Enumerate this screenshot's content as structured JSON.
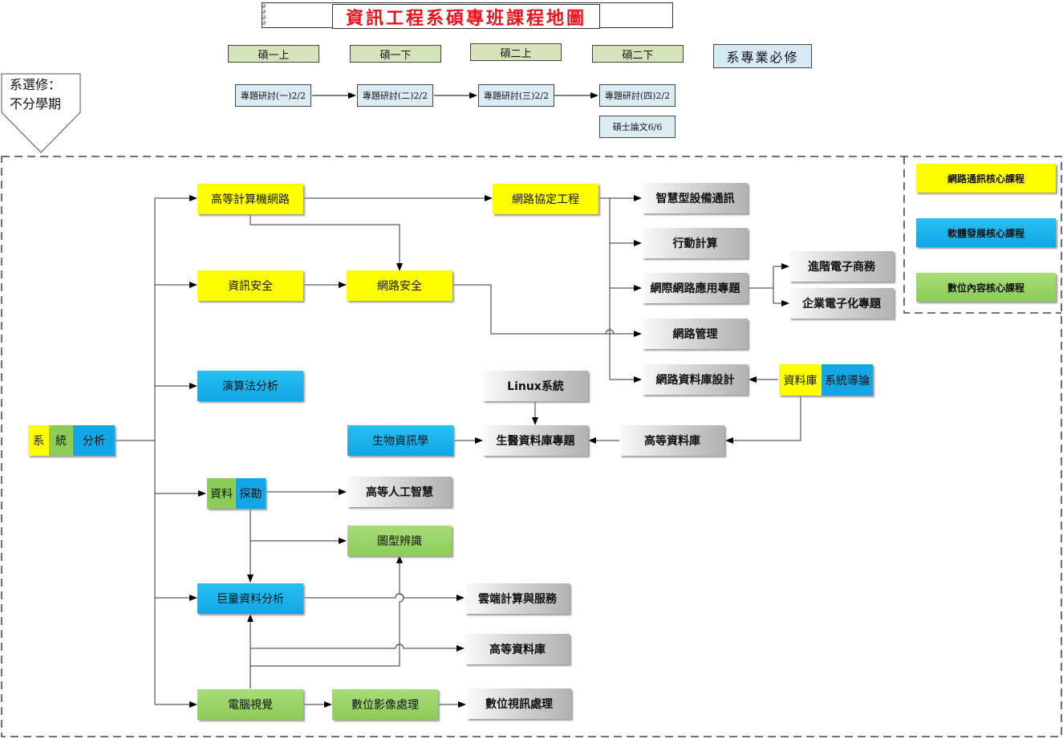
{
  "title": "資訊工程系碩專班課程地圖",
  "semesters": [
    "碩一上",
    "碩一下",
    "碩二上",
    "碩二下"
  ],
  "required_label": "系專業必修",
  "required_courses": [
    "專題研討(一)2/2",
    "專題研討(二)2/2",
    "專題研討(三)2/2",
    "專題研討(四)2/2",
    "碩士論文6/6"
  ],
  "elective_label": [
    "系選修：",
    "不分學期"
  ],
  "legend": {
    "network": "網路通訊核心課程",
    "software": "軟體發展核心課程",
    "digital": "數位內容核心課程"
  },
  "colors": {
    "network": "#ffff00",
    "software": "#12a6e6",
    "digital": "#8ccc57",
    "elective": "#cfcfcf",
    "title": "#e8141c",
    "semester": "#d6e4bc"
  },
  "root": {
    "seg1": "系",
    "seg2": "統",
    "seg3": "分析"
  },
  "courses": {
    "advanced_network": "高等計算機網路",
    "info_security": "資訊安全",
    "network_security": "網路安全",
    "protocol_eng": "網路協定工程",
    "algorithm": "演算法分析",
    "smart_device": "智慧型設備通訊",
    "mobile_computing": "行動計算",
    "internet_app": "網際網路應用專題",
    "adv_ecommerce": "進階電子商務",
    "enterprise_e": "企業電子化專題",
    "network_mgmt": "網路管理",
    "network_db": "網路資料庫設計",
    "db_intro_1": "資料庫",
    "db_intro_2": "系統導論",
    "linux": "Linux系統",
    "bioinfo": "生物資訊學",
    "biomed_db": "生醫資料庫專題",
    "adv_db": "高等資料庫",
    "dm_1": "資料",
    "dm_2": "探勘",
    "adv_ai": "高等人工智慧",
    "pattern_rec": "圖型辨識",
    "big_data": "巨量資料分析",
    "cloud": "雲端計算與服務",
    "adv_db2": "高等資料庫",
    "computer_vision": "電腦視覺",
    "image_proc": "數位影像處理",
    "video_proc": "數位視訊處理"
  }
}
